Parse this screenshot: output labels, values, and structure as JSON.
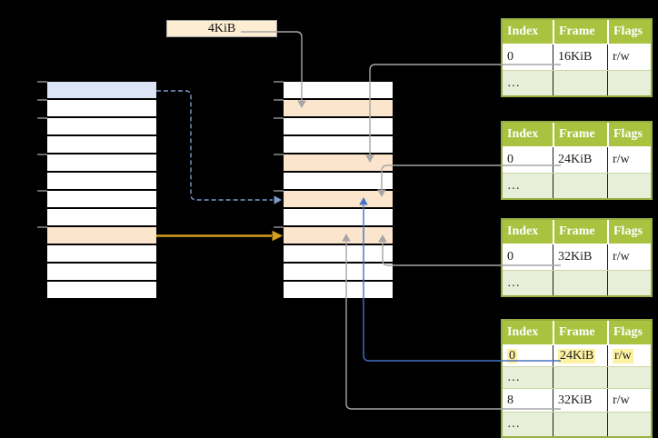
{
  "page_size_label": "4KiB",
  "colors": {
    "background": "#000000",
    "memory_row_white": "#ffffff",
    "memory_row_blue": "#dbe5f5",
    "memory_row_orange": "#fce5cd",
    "table_header_green": "#a9c23f",
    "table_border_green": "#97ae43",
    "table_ellipsis_row_green": "#e7efd9",
    "table_row_line_green": "#cbd8a7",
    "highlight_yellow": "#fdf2a1",
    "connector_gray": "#a6a6a6",
    "connector_blue": "#4472c4",
    "connector_blue_dashed": "#7d9bd0",
    "connector_orange": "#d7a01b",
    "tick_gray": "#8c8c8c",
    "label_box_bg": "#fdeed3",
    "label_box_border": "#a6a6a6"
  },
  "memory_columns": {
    "left": {
      "rows": 12,
      "blue_rows": [
        0
      ],
      "orange_rows": [
        8
      ]
    },
    "middle": {
      "rows": 12,
      "blue_rows": [],
      "orange_rows": [
        1,
        4,
        6,
        8
      ]
    }
  },
  "page_tables": [
    {
      "headers": [
        "Index",
        "Frame",
        "Flags"
      ],
      "rows": [
        {
          "cells": [
            "0",
            "16KiB",
            "r/w"
          ],
          "ellipsis": false,
          "highlight": false
        },
        {
          "cells": [
            "…",
            "",
            ""
          ],
          "ellipsis": true,
          "highlight": false
        }
      ]
    },
    {
      "headers": [
        "Index",
        "Frame",
        "Flags"
      ],
      "rows": [
        {
          "cells": [
            "0",
            "24KiB",
            "r/w"
          ],
          "ellipsis": false,
          "highlight": false
        },
        {
          "cells": [
            "…",
            "",
            ""
          ],
          "ellipsis": true,
          "highlight": false
        }
      ]
    },
    {
      "headers": [
        "Index",
        "Frame",
        "Flags"
      ],
      "rows": [
        {
          "cells": [
            "0",
            "32KiB",
            "r/w"
          ],
          "ellipsis": false,
          "highlight": false
        },
        {
          "cells": [
            "…",
            "",
            ""
          ],
          "ellipsis": true,
          "highlight": false
        }
      ]
    },
    {
      "headers": [
        "Index",
        "Frame",
        "Flags"
      ],
      "rows": [
        {
          "cells": [
            "0",
            "24KiB",
            "r/w"
          ],
          "ellipsis": false,
          "highlight": true
        },
        {
          "cells": [
            "…",
            "",
            ""
          ],
          "ellipsis": true,
          "highlight": false
        },
        {
          "cells": [
            "8",
            "32KiB",
            "r/w"
          ],
          "ellipsis": false,
          "highlight": false
        },
        {
          "cells": [
            "…",
            "",
            ""
          ],
          "ellipsis": true,
          "highlight": false
        }
      ]
    }
  ]
}
